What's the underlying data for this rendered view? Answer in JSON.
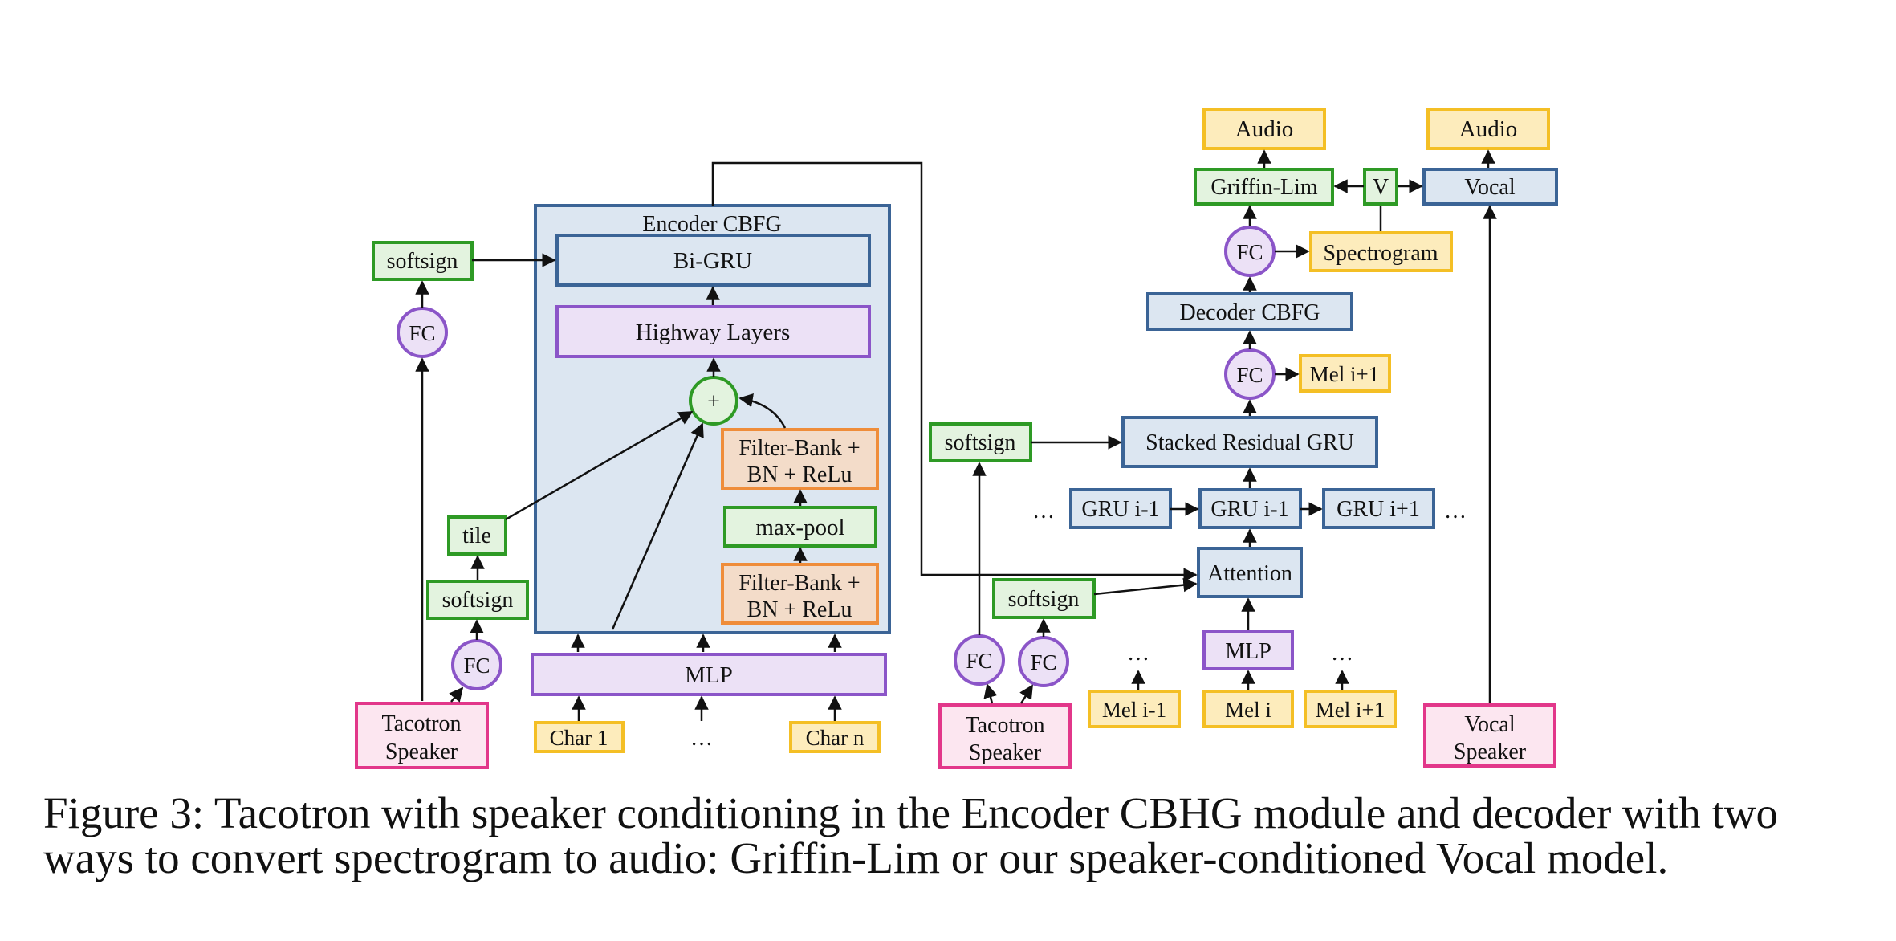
{
  "colors": {
    "blue_stroke": "#3b6496",
    "blue_fill": "#dce6f1",
    "green_stroke": "#2e9a25",
    "green_fill": "#e3f3df",
    "purple_stroke": "#8b55c8",
    "purple_fill": "#ece1f6",
    "orange_stroke": "#ef8d3a",
    "orange_fill": "#f3dcc9",
    "yellow_stroke": "#f4bf25",
    "yellow_fill": "#fdecbc",
    "pink_stroke": "#e2378a",
    "pink_fill": "#fce6f0"
  },
  "diagram": {
    "encoder_label": "Encoder CBFG",
    "bi_gru": "Bi-GRU",
    "highway": "Highway Layers",
    "plus": "+",
    "filter_bank_top": [
      "Filter-Bank +",
      "BN + ReLu"
    ],
    "max_pool": "max-pool",
    "filter_bank_bottom": [
      "Filter-Bank +",
      "BN + ReLu"
    ],
    "mlp_encoder": "MLP",
    "char_1": "Char 1",
    "char_dots": "…",
    "char_n": "Char n",
    "softsign_left_top": "softsign",
    "fc_left_top": "FC",
    "tile": "tile",
    "softsign_left_low": "softsign",
    "fc_left_low": "FC",
    "tacotron_speaker_left": [
      "Tacotron",
      "Speaker"
    ],
    "audio_left": "Audio",
    "audio_right": "Audio",
    "griffin_lim": "Griffin-Lim",
    "v_switch": "V",
    "vocal": "Vocal",
    "fc_spectrogram": "FC",
    "spectrogram": "Spectrogram",
    "decoder_cbfg": "Decoder CBFG",
    "fc_mel": "FC",
    "mel_next_out": "Mel i+1",
    "softsign_decoder": "softsign",
    "stacked_gru": "Stacked Residual GRU",
    "gru_dots_left": "…",
    "gru_prev": "GRU i-1",
    "gru_cur": "GRU i-1",
    "gru_next": "GRU i+1",
    "gru_dots_right": "…",
    "attention": "Attention",
    "softsign_attention": "softsign",
    "fc_dec_a": "FC",
    "fc_dec_b": "FC",
    "mlp_decoder": "MLP",
    "mel_dots_left": "…",
    "mel_dots_right": "…",
    "mel_prev": "Mel i-1",
    "mel_cur": "Mel i",
    "mel_next": "Mel i+1",
    "tacotron_speaker_right": [
      "Tacotron",
      "Speaker"
    ],
    "vocal_speaker": [
      "Vocal",
      "Speaker"
    ]
  },
  "caption": {
    "line1": "Figure 3: Tacotron with speaker conditioning in the Encoder CBHG module and decoder with two",
    "line2": "ways to convert spectrogram to audio: Griffin-Lim or our speaker-conditioned Vocal model."
  }
}
